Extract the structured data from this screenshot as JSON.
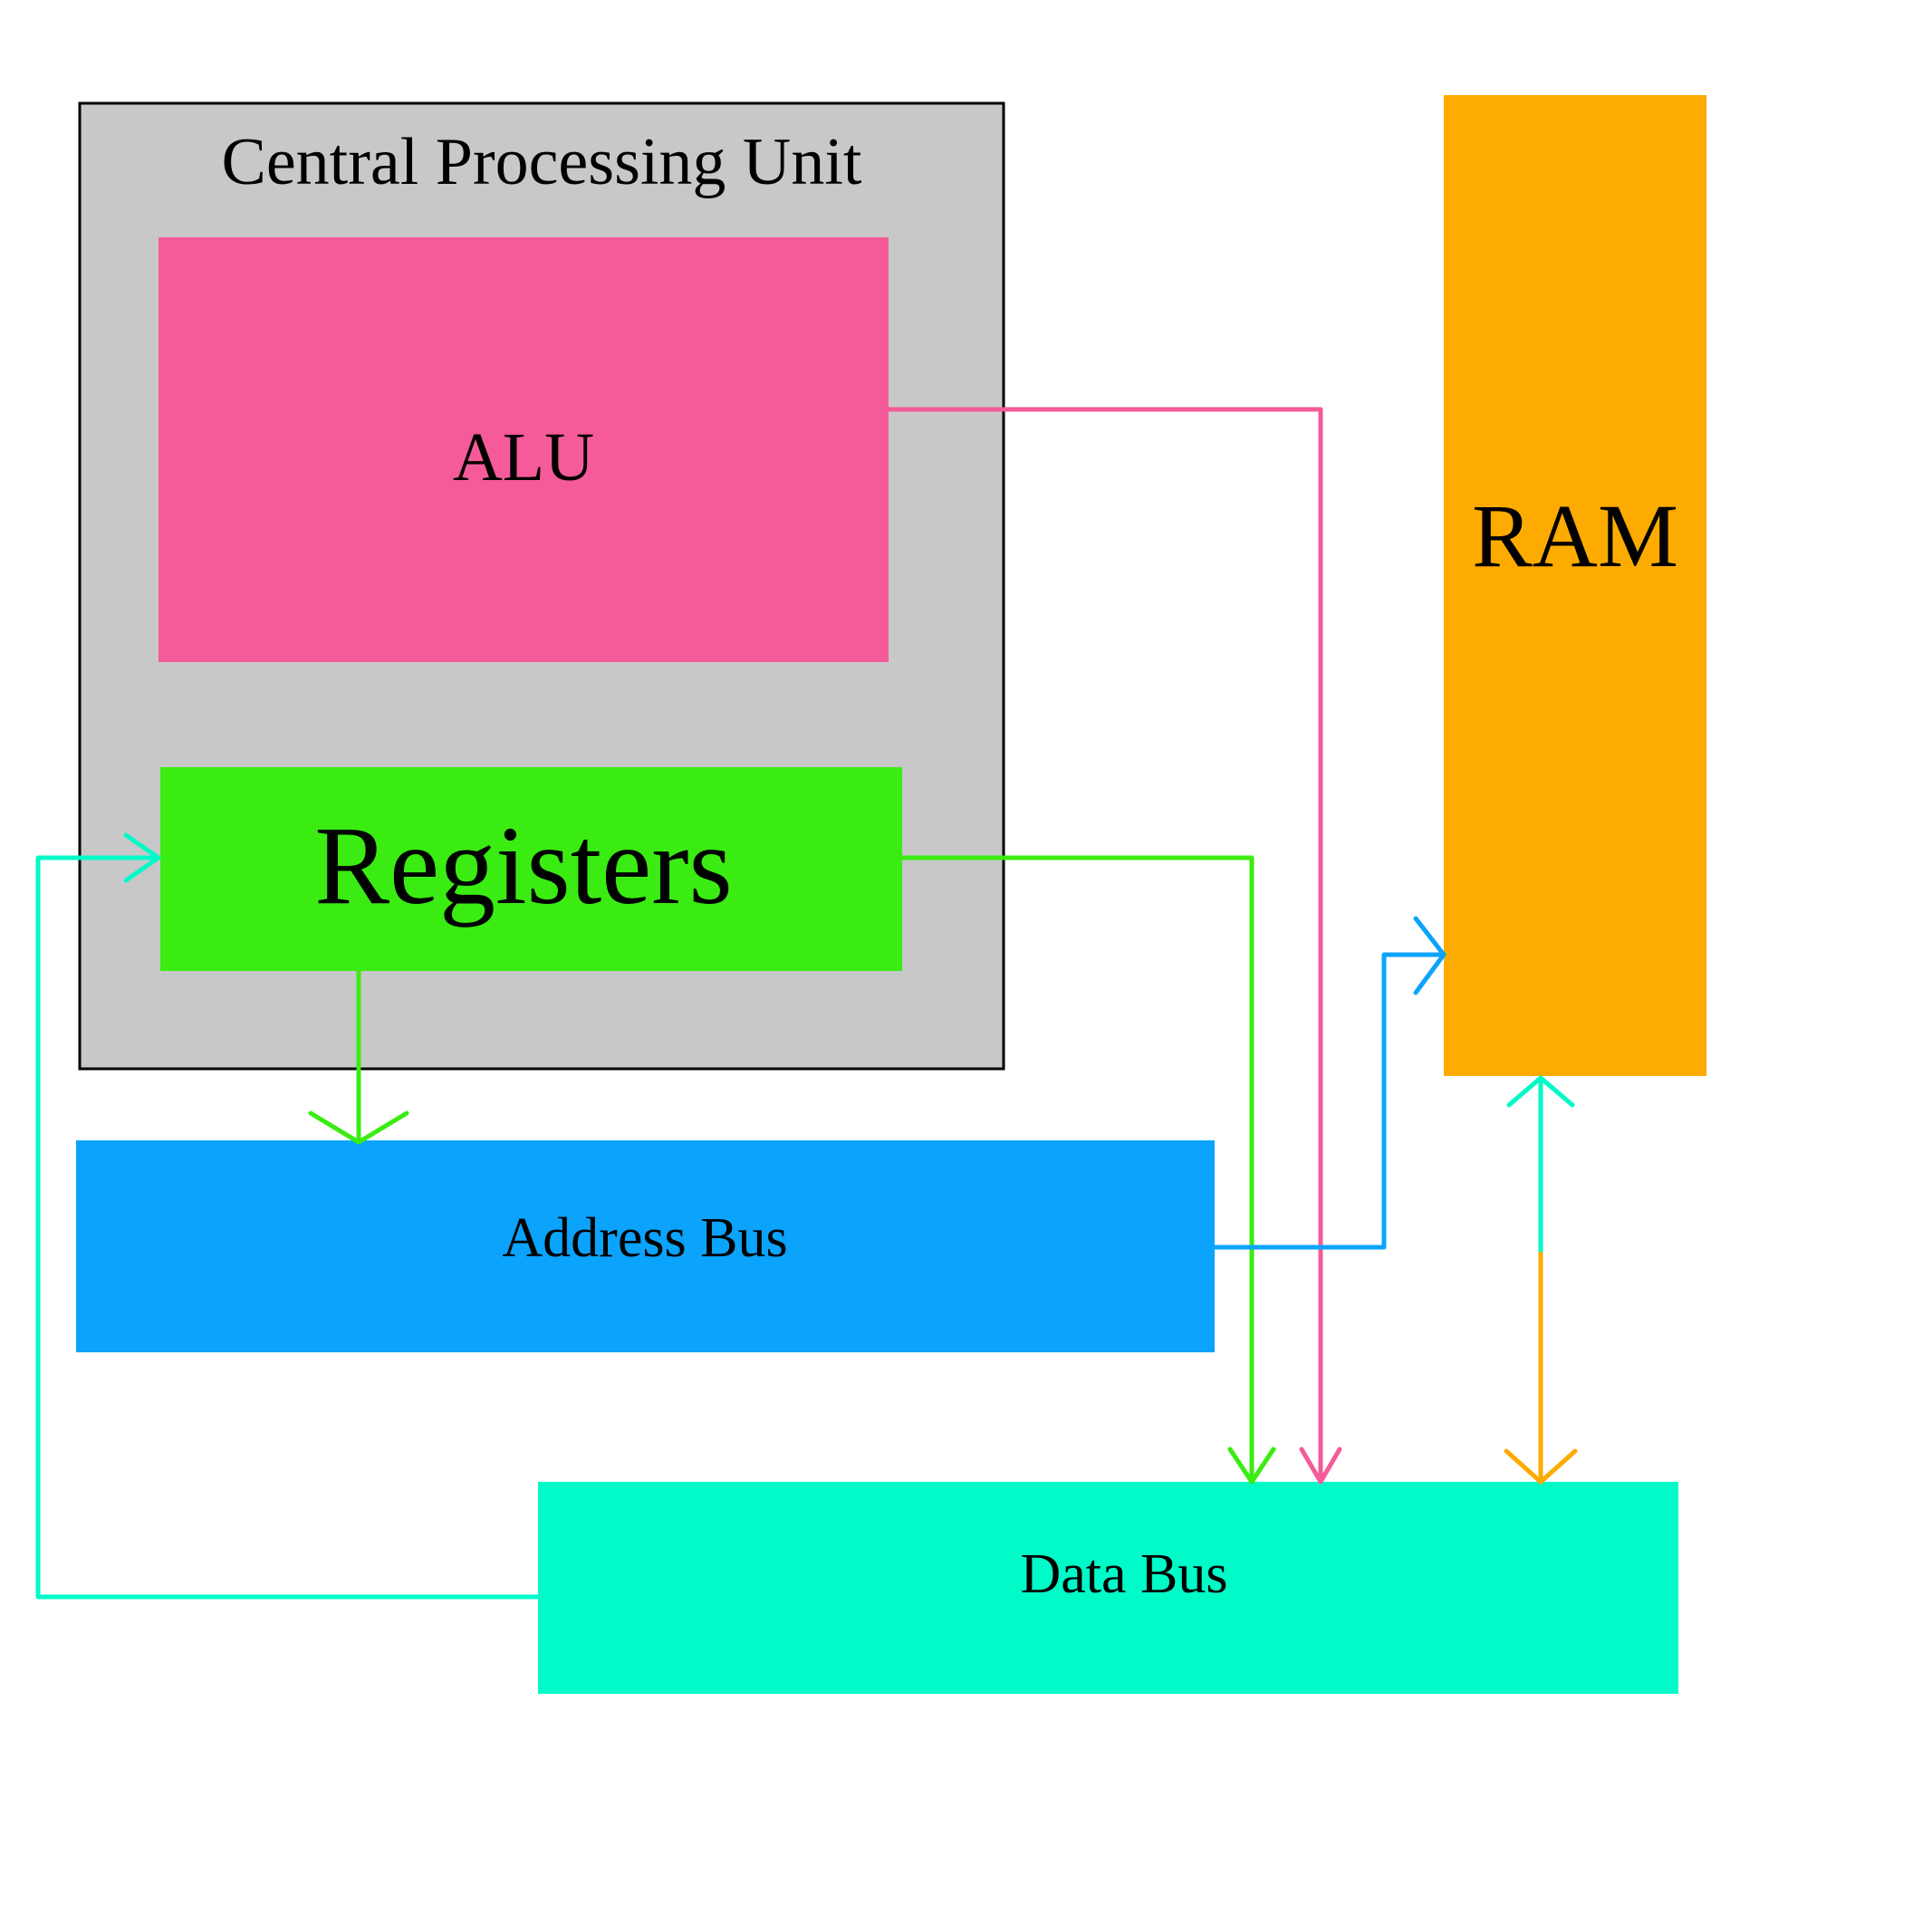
{
  "diagram": {
    "cpu": {
      "label": "Central Processing Unit",
      "fill": "#c8c8c8",
      "stroke": "#000000"
    },
    "alu": {
      "label": "ALU",
      "fill": "#f45b98"
    },
    "registers": {
      "label": "Registers",
      "fill": "#3aec12"
    },
    "ram": {
      "label": "RAM",
      "fill": "#fdab00"
    },
    "address_bus": {
      "label": "Address Bus",
      "fill": "#0ba3fc"
    },
    "data_bus": {
      "label": "Data Bus",
      "fill": "#00fac8"
    },
    "connections": [
      {
        "from": "alu",
        "to": "data_bus",
        "color": "#f45b98"
      },
      {
        "from": "registers",
        "to": "data_bus",
        "color": "#3aec12"
      },
      {
        "from": "registers",
        "to": "address_bus",
        "color": "#3aec12"
      },
      {
        "from": "address_bus",
        "to": "ram",
        "color": "#0ba3fc"
      },
      {
        "from": "data_bus",
        "to": "registers",
        "color": "#00fac8"
      },
      {
        "from": "data_bus",
        "to": "ram",
        "color": "#00fac8"
      },
      {
        "from": "ram",
        "to": "data_bus",
        "color": "#fdab00"
      }
    ]
  }
}
